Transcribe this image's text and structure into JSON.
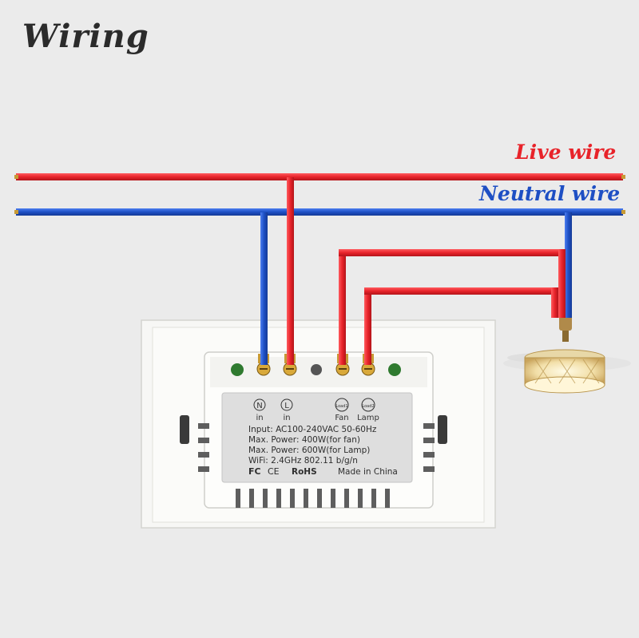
{
  "title": "Wiring",
  "labels": {
    "live": "Live wire",
    "neutral": "Neutral wire"
  },
  "colors": {
    "live": "#e8232a",
    "neutral": "#1e4fc4",
    "background": "#ebebeb"
  },
  "terminals": [
    {
      "symbol": "N",
      "caption": "in"
    },
    {
      "symbol": "L",
      "caption": "in"
    },
    {
      "symbol": "Load1",
      "caption": "Fan"
    },
    {
      "symbol": "Load2",
      "caption": "Lamp"
    }
  ],
  "specs": {
    "input": "Input: AC100-240VAC 50-60Hz",
    "power_fan": "Max. Power: 400W(for fan)",
    "power_lamp": "Max. Power: 600W(for Lamp)",
    "wifi": "WiFi: 2.4GHz 802.11 b/g/n",
    "cert_fc": "FC",
    "cert_ce": "CE",
    "cert_rohs": "RoHS",
    "origin": "Made in China"
  }
}
